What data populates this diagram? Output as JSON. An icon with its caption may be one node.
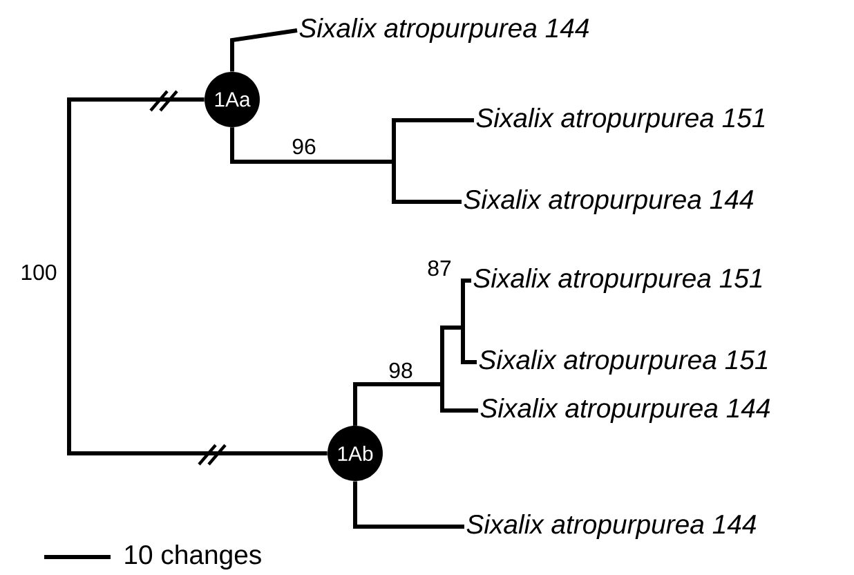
{
  "diagram": {
    "nodes": [
      {
        "text": [
          "Sixalix atropurpurea 144"
        ]
      },
      {
        "text": [
          "1Aa"
        ]
      },
      {
        "text": [
          "Sixalix atropurpurea 151"
        ]
      },
      {
        "text": [
          "Sixalix atropurpurea 144"
        ]
      },
      {
        "text": [
          "Sixalix atropurpurea 151"
        ]
      },
      {
        "text": [
          "Sixalix atropurpurea 151"
        ]
      },
      {
        "text": [
          "Sixalix atropurpurea 144"
        ]
      },
      {
        "text": [
          "1Ab"
        ]
      },
      {
        "text": [
          "Sixalix atropurpurea 144"
        ]
      }
    ],
    "edges": [
      {
        "from": 1,
        "to": 0,
        "arrow": "none"
      },
      {
        "from": 1,
        "to": 2,
        "arrow": "none"
      },
      {
        "from": 1,
        "to": 3,
        "arrow": "none"
      },
      {
        "from": 1,
        "to": 7,
        "arrow": "none"
      },
      {
        "from": 7,
        "to": 4,
        "arrow": "none"
      },
      {
        "from": 7,
        "to": 5,
        "arrow": "none"
      },
      {
        "from": 7,
        "to": 6,
        "arrow": "none"
      },
      {
        "from": 7,
        "to": 8,
        "arrow": "none"
      }
    ],
    "labels": [
      "96",
      "87",
      "100",
      "98",
      "10 changes"
    ]
  }
}
